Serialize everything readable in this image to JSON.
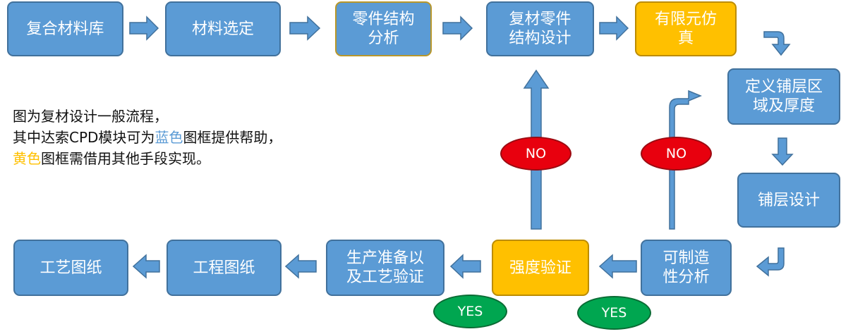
{
  "nodes": {
    "composite_library": "复合材料库",
    "material_selection": "材料选定",
    "part_structure_analysis": "零件结构\n分析",
    "composite_part_design": "复材零件\n结构设计",
    "fea_simulation": "有限元仿\n真",
    "define_ply_zones": "定义铺层区\n域及厚度",
    "ply_design": "铺层设计",
    "manufacturability_analysis": "可制造\n性分析",
    "strength_verification": "强度验证",
    "production_prep": "生产准备以\n及工艺验证",
    "engineering_drawing": "工程图纸",
    "process_drawing": "工艺图纸"
  },
  "decisions": {
    "no_left": "NO",
    "no_right": "NO",
    "yes_left": "YES",
    "yes_right": "YES"
  },
  "note": {
    "line1": "图为复材设计一般流程，",
    "line2_prefix": "其中达索CPD模块可为",
    "line2_blue": "蓝色",
    "line2_suffix": "图框提供帮助，",
    "line3_yellow": "黄色",
    "line3_suffix": "图框需借用其他手段实现。"
  },
  "colors": {
    "box_blue": "#5b9bd5",
    "box_yellow": "#ffc000",
    "no_red": "#e8000e",
    "yes_green": "#00a650"
  }
}
